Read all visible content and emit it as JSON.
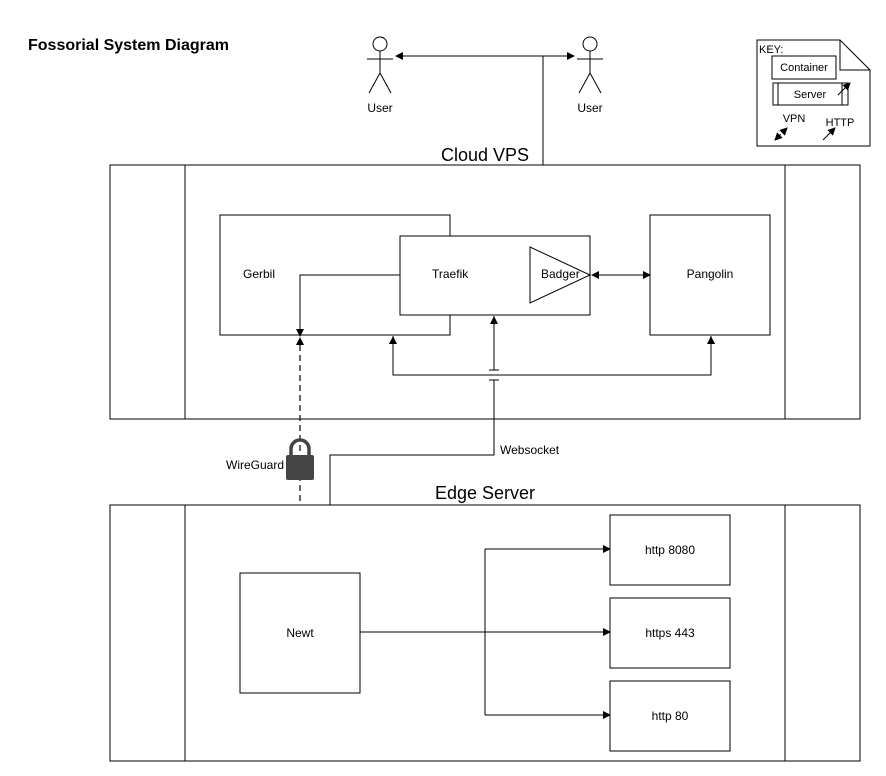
{
  "title": "Fossorial System Diagram",
  "users": {
    "left": "User",
    "right": "User"
  },
  "cloud_vps": {
    "label": "Cloud VPS",
    "gerbil": "Gerbil",
    "traefik": "Traefik",
    "badger": "Badger",
    "pangolin": "Pangolin"
  },
  "edge_server": {
    "label": "Edge Server",
    "newt": "Newt",
    "services": [
      "http 8080",
      "https 443",
      "http 80"
    ]
  },
  "connections": {
    "wireguard": "WireGuard",
    "websocket": "Websocket"
  },
  "key": {
    "title": "KEY:",
    "container": "Container",
    "server": "Server",
    "vpn": "VPN",
    "http": "HTTP"
  },
  "icons": {
    "lock": "lock-icon",
    "user": "user-icon"
  }
}
